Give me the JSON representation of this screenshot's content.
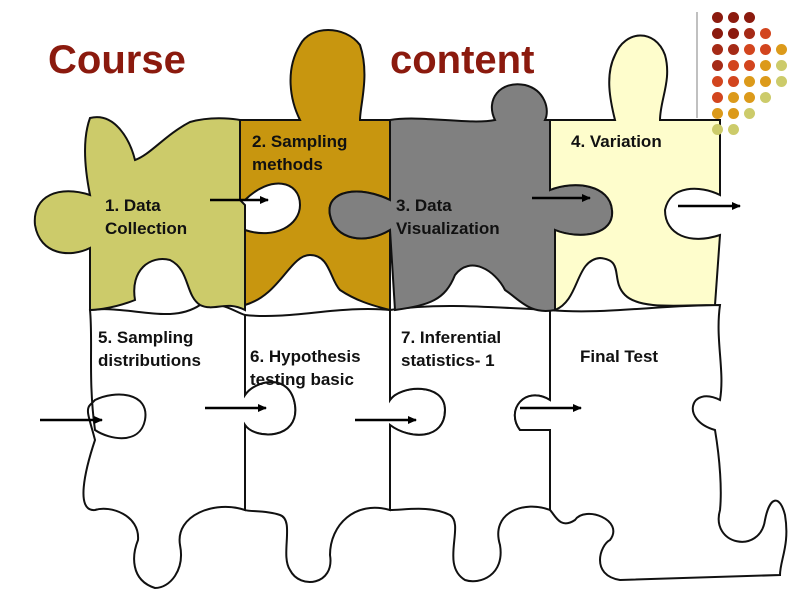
{
  "title": {
    "word1": "Course",
    "word2": "content"
  },
  "pieces_top": [
    {
      "label": "1. Data\nCollection",
      "color": "#cccb6a"
    },
    {
      "label": "2. Sampling\nmethods",
      "color": "#c8960f"
    },
    {
      "label": "3. Data\nVisualization",
      "color": "#808080"
    },
    {
      "label": "4. Variation",
      "color": "#fefdcc"
    }
  ],
  "pieces_bottom": [
    {
      "label": "5. Sampling\ndistributions",
      "color": "#ffffff"
    },
    {
      "label": "6. Hypothesis\ntesting basic",
      "color": "#ffffff"
    },
    {
      "label": "7. Inferential\nstatistics- 1",
      "color": "#ffffff"
    },
    {
      "label": "Final Test",
      "color": "#ffffff"
    }
  ],
  "decoration": {
    "dot_colors": [
      "#8b1a0e",
      "#a52a16",
      "#d2451e",
      "#dc9a1a",
      "#cccb6a"
    ]
  }
}
